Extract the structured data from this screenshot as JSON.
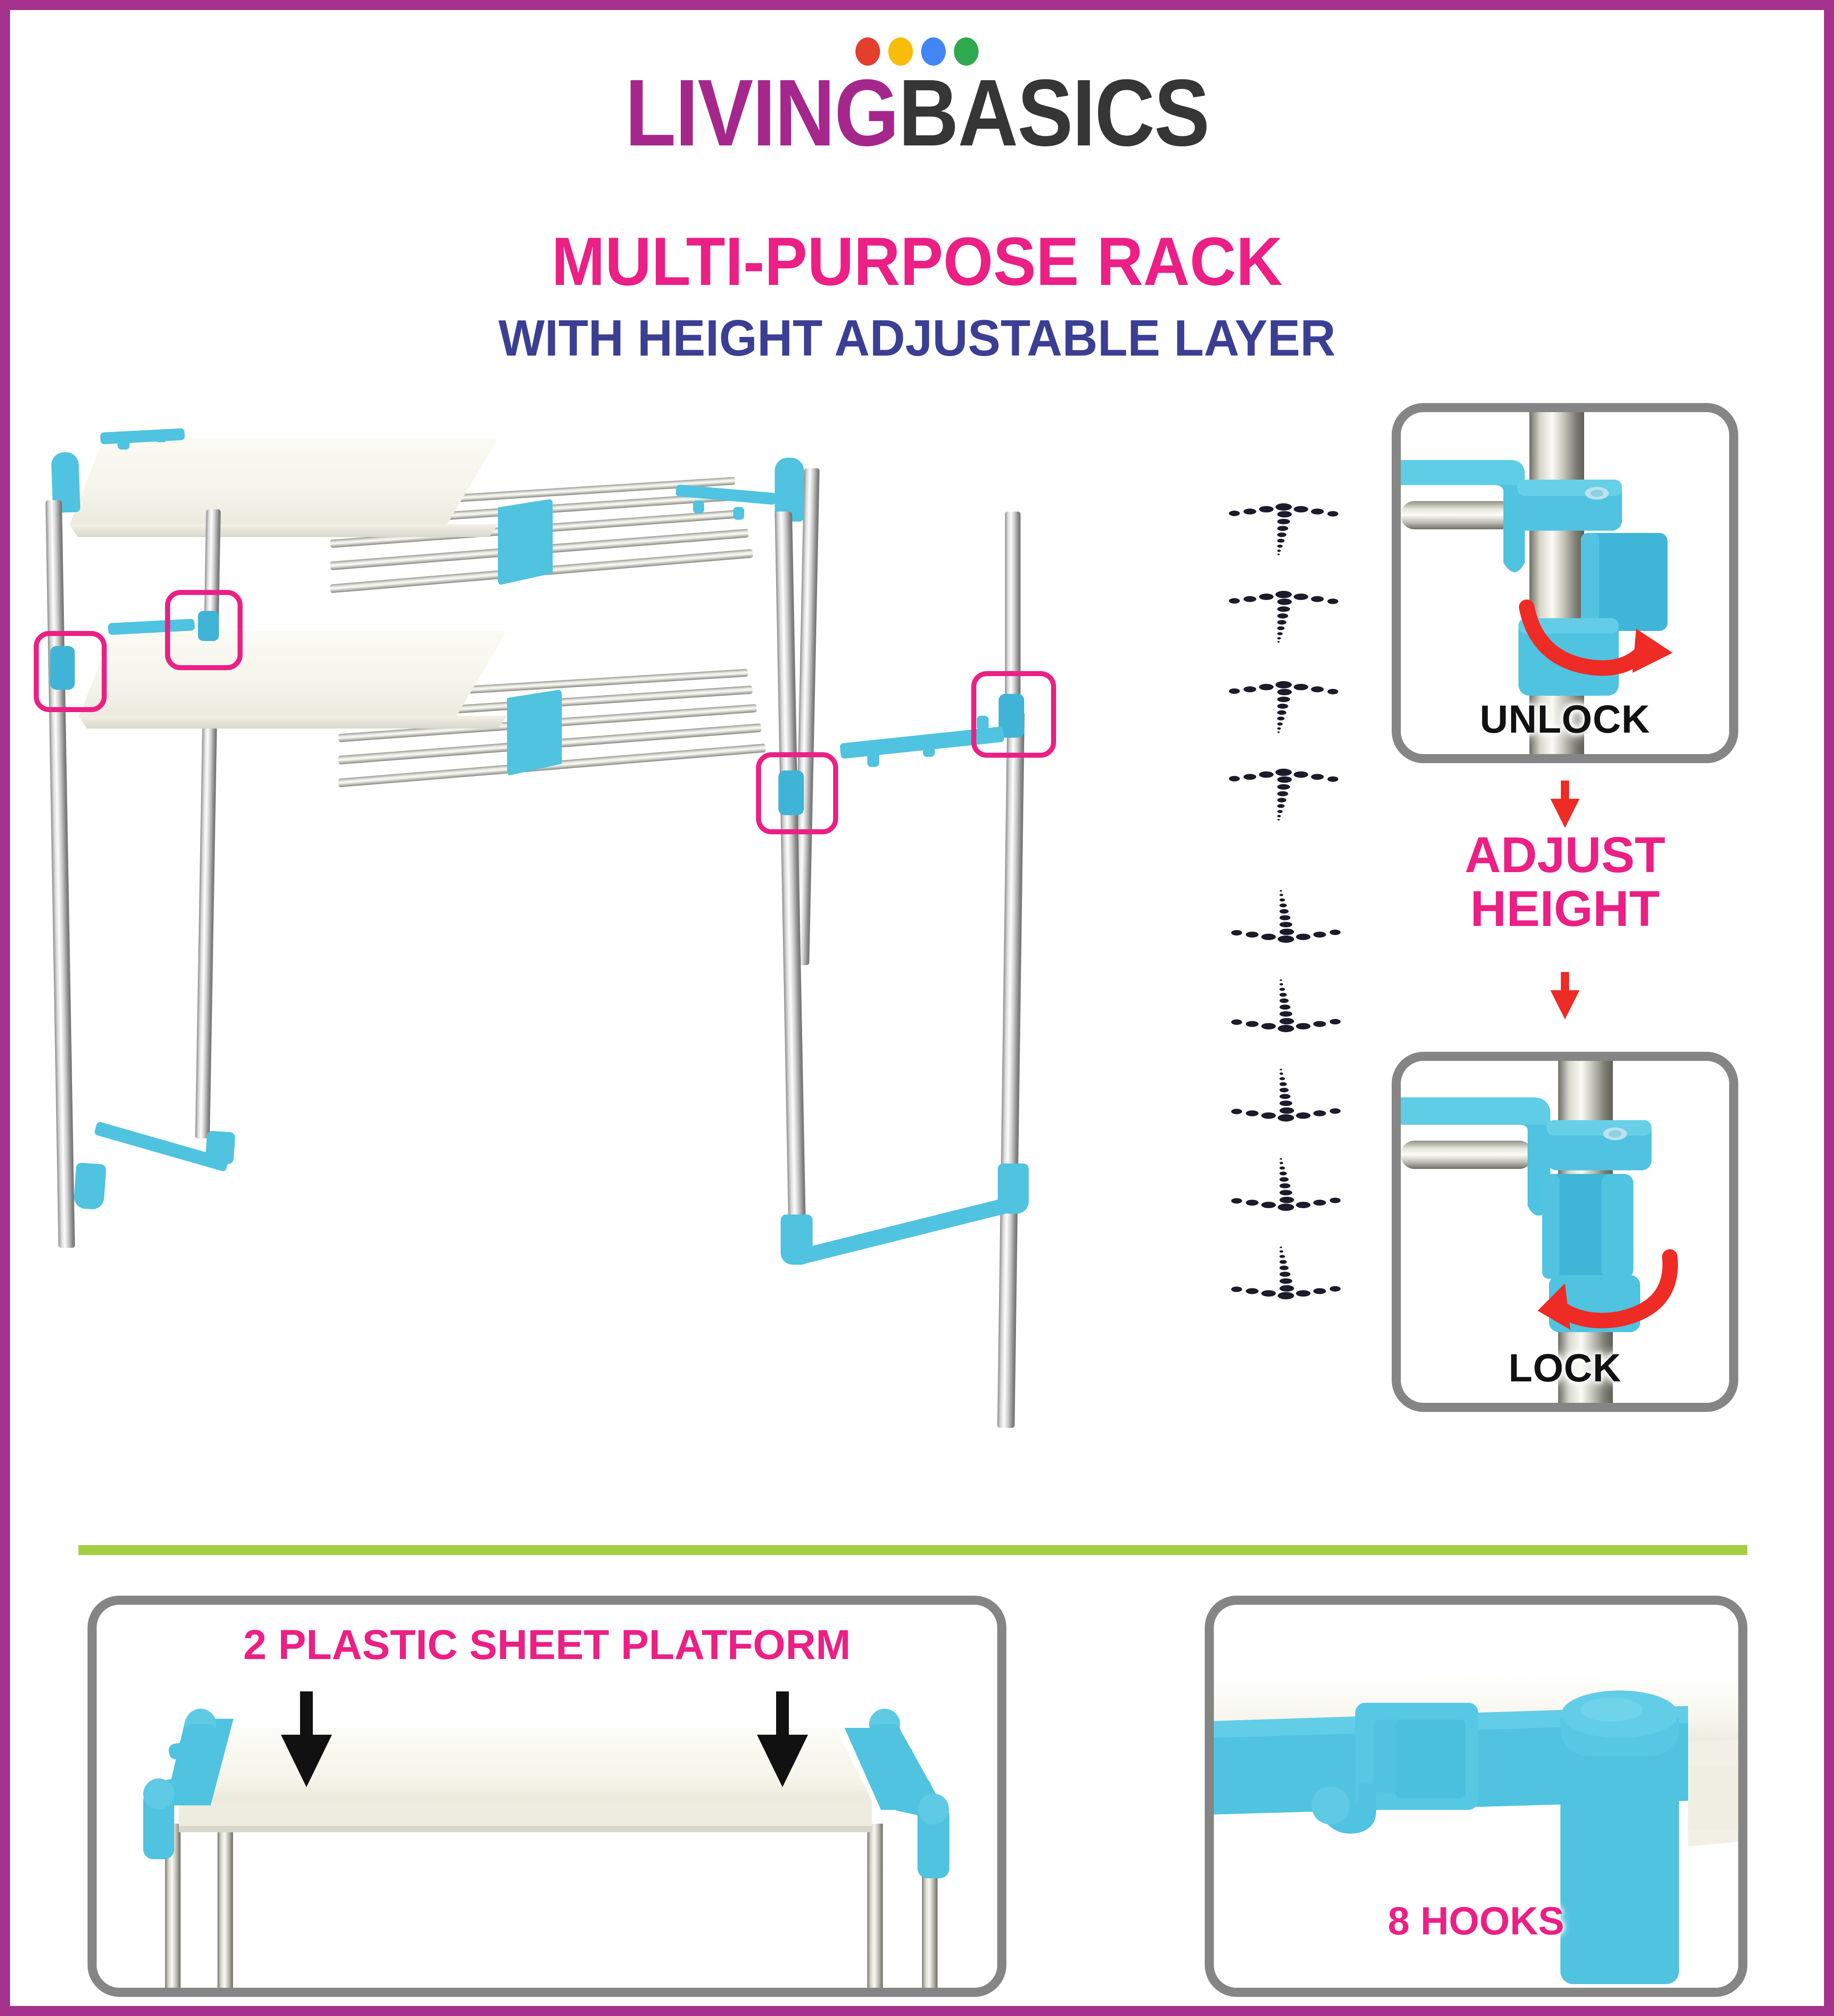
{
  "brand": {
    "name_part1": "LIVING",
    "name_part2": "BASICS",
    "dots": [
      {
        "name": "logo-dot-red",
        "color": "#E33E2E"
      },
      {
        "name": "logo-dot-yellow",
        "color": "#F9BC09"
      },
      {
        "name": "logo-dot-blue",
        "color": "#4285F4"
      },
      {
        "name": "logo-dot-green",
        "color": "#2DA94F"
      }
    ]
  },
  "title": {
    "main": "MULTI-PURPOSE RACK",
    "sub": "WITH HEIGHT ADJUSTABLE LAYER"
  },
  "colors": {
    "frame_purple": "#A5328E",
    "brand_purple": "#A5278C",
    "brand_dark": "#363636",
    "accent_pink": "#EC1F85",
    "accent_blue": "#3B3F94",
    "divider_green": "#A6CE44",
    "card_gray": "#858585",
    "product_blue": "#4FC3E0",
    "arrow_red": "#EE2B24"
  },
  "instructions": {
    "unlock_label": "UNLOCK",
    "adjust_label_line1": "ADJUST",
    "adjust_label_line2": "HEIGHT",
    "lock_label": "LOCK"
  },
  "features": {
    "platform_label": "2 PLASTIC SHEET PLATFORM",
    "hooks_label": "8 HOOKS"
  }
}
